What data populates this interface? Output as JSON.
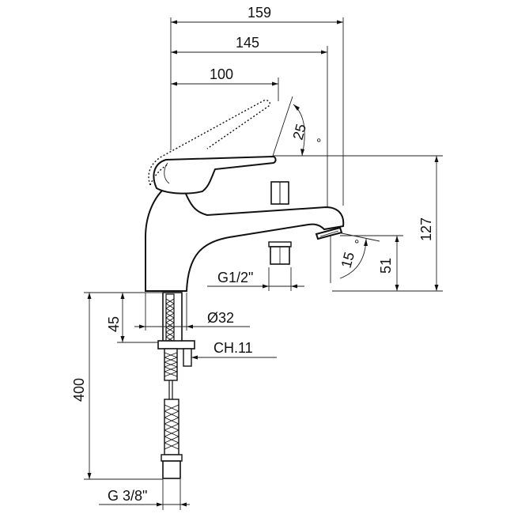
{
  "diagram": {
    "dimensions": {
      "overall_width": "159",
      "spout_width": "145",
      "lever_reach": "100",
      "lever_angle": "25",
      "lever_angle_unit": "°",
      "overall_height": "127",
      "spout_height": "51",
      "spout_angle": "15",
      "spout_angle_unit": "°",
      "inlet_thread": "G1/2\"",
      "shank_length": "45",
      "body_diameter": "Ø32",
      "nut_size": "CH.11",
      "hose_length": "400",
      "hose_thread": "G 3/8\""
    }
  }
}
